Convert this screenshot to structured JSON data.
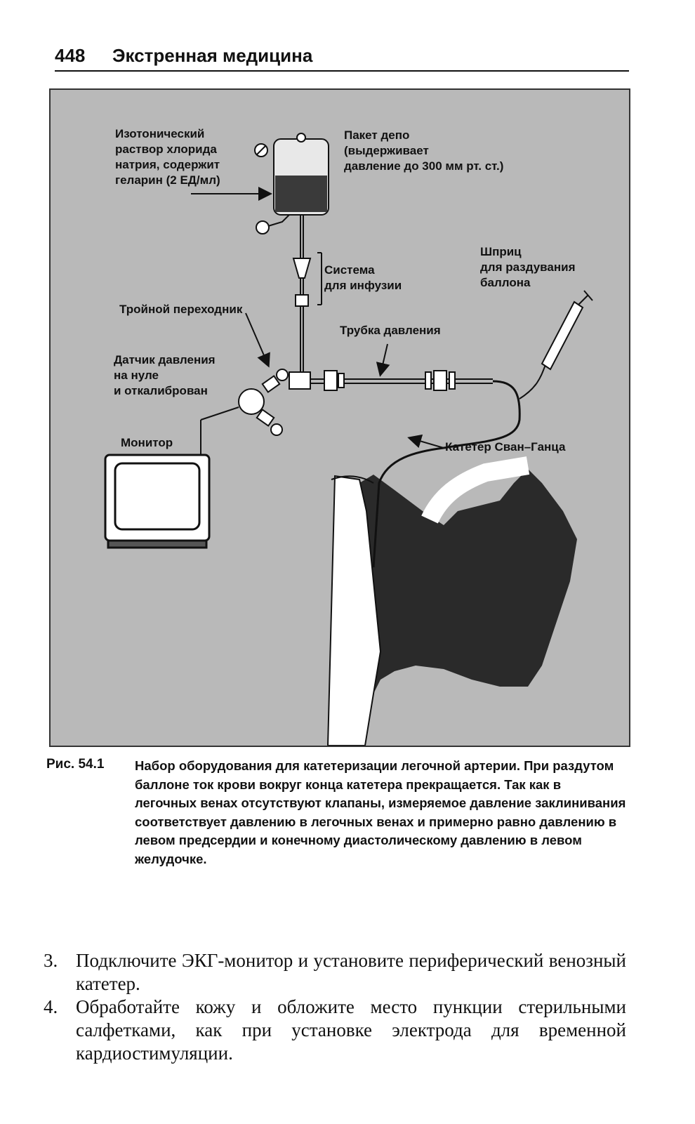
{
  "header": {
    "page_number": "448",
    "running_title": "Экстренная медицина"
  },
  "figure": {
    "labels": {
      "saline": "Изотонический\nраствор хлорида\nнатрия, содержит\nгеларин (2 ЕД/мл)",
      "depot_bag": "Пакет депо\n(выдерживает\nдавление до 300 мм рт. ст.)",
      "infusion_system": "Система\nдля инфузии",
      "syringe": "Шприц\nдля раздувания\nбаллона",
      "three_way": "Тройной переходник",
      "pressure_tube": "Трубка давления",
      "transducer": "Датчик давления\nна нуле\nи откалиброван",
      "monitor": "Монитор",
      "catheter": "Катетер Сван–Ганца"
    },
    "colors": {
      "background": "#b9b9b9",
      "heart": "#2a2a2a",
      "line": "#111111"
    }
  },
  "caption": {
    "label": "Рис. 54.1",
    "text": "Набор оборудования для катетеризации легочной артерии. При раздутом баллоне ток крови вокруг конца катетера прекращается. Так как в легочных венах отсутствуют клапаны, измеряемое давление заклинивания соответствует давлению в легочных венах и примерно равно давлению в левом предсердии и конечному диастолическому давлению в левом желудочке."
  },
  "steps": [
    {
      "number": "3.",
      "text": "Подключите ЭКГ-монитор и установите периферический венозный катетер."
    },
    {
      "number": "4.",
      "text": "Обработайте кожу и обложите место пункции стерильными салфетками, как при установке электрода для временной кардиостимуляции."
    }
  ]
}
